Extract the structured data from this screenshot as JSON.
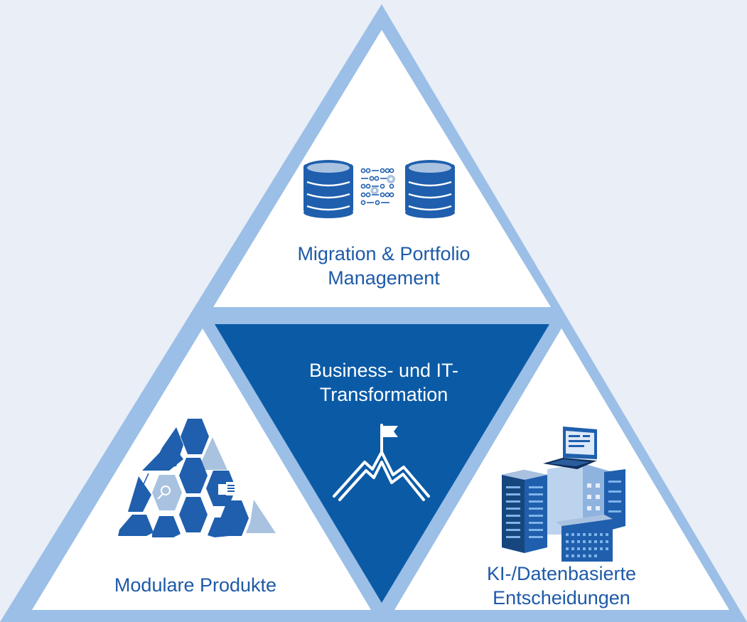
{
  "sections": {
    "top": {
      "line1": "Migration & Portfolio",
      "line2": "Management",
      "icon": "database-migration-icon"
    },
    "center": {
      "line1": "Business- und IT-",
      "line2": "Transformation",
      "icon": "mountain-flag-icon"
    },
    "left": {
      "line1": "Modulare Produkte",
      "icon": "hexagon-pyramid-icon"
    },
    "right": {
      "line1": "KI-/Datenbasierte",
      "line2": "Entscheidungen",
      "icon": "buildings-laptop-icon"
    }
  },
  "colors": {
    "background": "#e9eef7",
    "frame": "#9bbfe6",
    "panel": "#ffffff",
    "center": "#0b5aa6",
    "text": "#1e5aa8",
    "icon_dark": "#1f5fad",
    "icon_light": "#a9c2e0"
  }
}
